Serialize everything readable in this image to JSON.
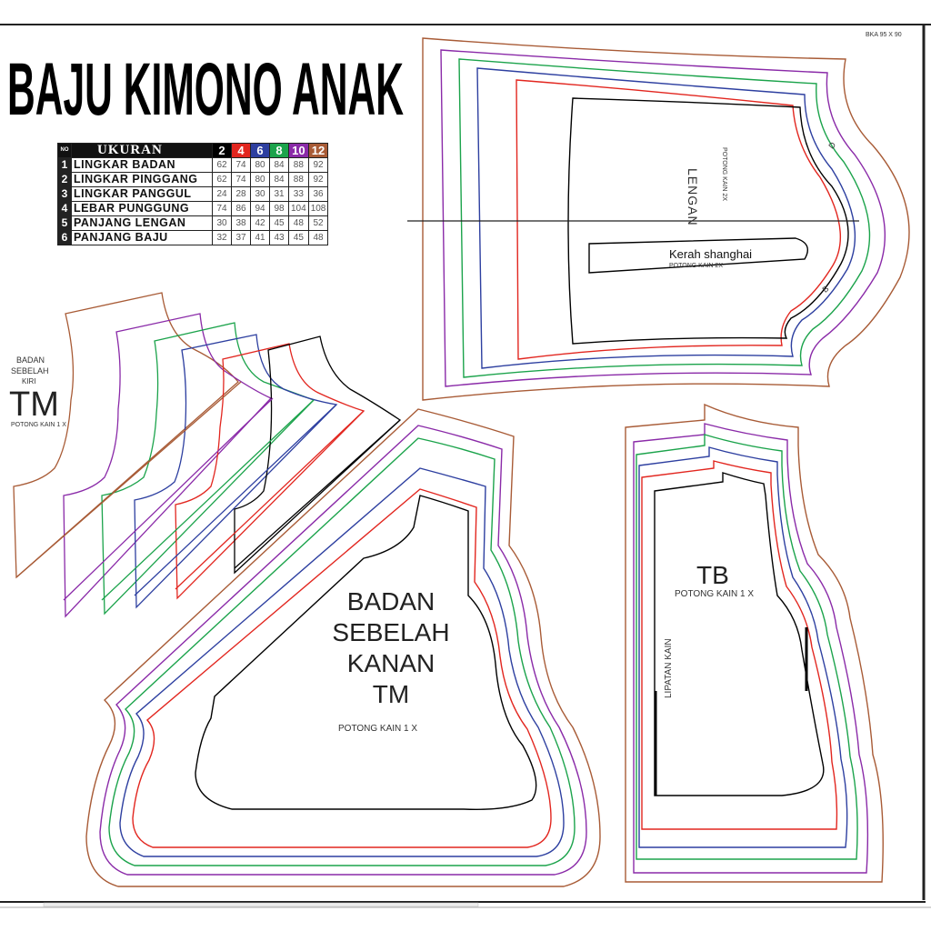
{
  "title": "BAJU KIMONO ANAK",
  "corner_code": "BKA 95 X 90",
  "table": {
    "corner": "NO",
    "header_label": "UKURAN",
    "sizes": [
      "2",
      "4",
      "6",
      "8",
      "10",
      "12"
    ],
    "size_colors": [
      "#000000",
      "#e2261f",
      "#2d3fa0",
      "#1ba34b",
      "#8a2aa8",
      "#a85b36"
    ],
    "rows": [
      {
        "no": "1",
        "label": "LINGKAR BADAN",
        "values": [
          "62",
          "74",
          "80",
          "84",
          "88",
          "92"
        ]
      },
      {
        "no": "2",
        "label": "LINGKAR PINGGANG",
        "values": [
          "62",
          "74",
          "80",
          "84",
          "88",
          "92"
        ]
      },
      {
        "no": "3",
        "label": "LINGKAR PANGGUL",
        "values": [
          "24",
          "28",
          "30",
          "31",
          "33",
          "36"
        ]
      },
      {
        "no": "4",
        "label": "LEBAR PUNGGUNG",
        "values": [
          "74",
          "86",
          "94",
          "98",
          "104",
          "108"
        ]
      },
      {
        "no": "5",
        "label": "PANJANG LENGAN",
        "values": [
          "30",
          "38",
          "42",
          "45",
          "48",
          "52"
        ]
      },
      {
        "no": "6",
        "label": "PANJANG BAJU",
        "values": [
          "32",
          "37",
          "41",
          "43",
          "45",
          "48"
        ]
      }
    ]
  },
  "pieces": {
    "lengan": {
      "title": "LENGAN",
      "note": "POTONG KAIN 2X"
    },
    "kerah": {
      "title": "Kerah shanghai",
      "note": "POTONG KAIN 2X"
    },
    "kiri": {
      "line1": "BADAN",
      "line2": "SEBELAH",
      "line3": "KIRI",
      "code": "TM",
      "note": "POTONG KAIN 1 X"
    },
    "kanan": {
      "line1": "BADAN",
      "line2": "SEBELAH",
      "line3": "KANAN",
      "code": "TM",
      "note": "POTONG KAIN 1 X"
    },
    "tb": {
      "code": "TB",
      "note": "POTONG KAIN 1 X",
      "fold": "LIPATAN KAIN"
    }
  },
  "marks": {
    "notch1": "D",
    "notch2": "B"
  }
}
